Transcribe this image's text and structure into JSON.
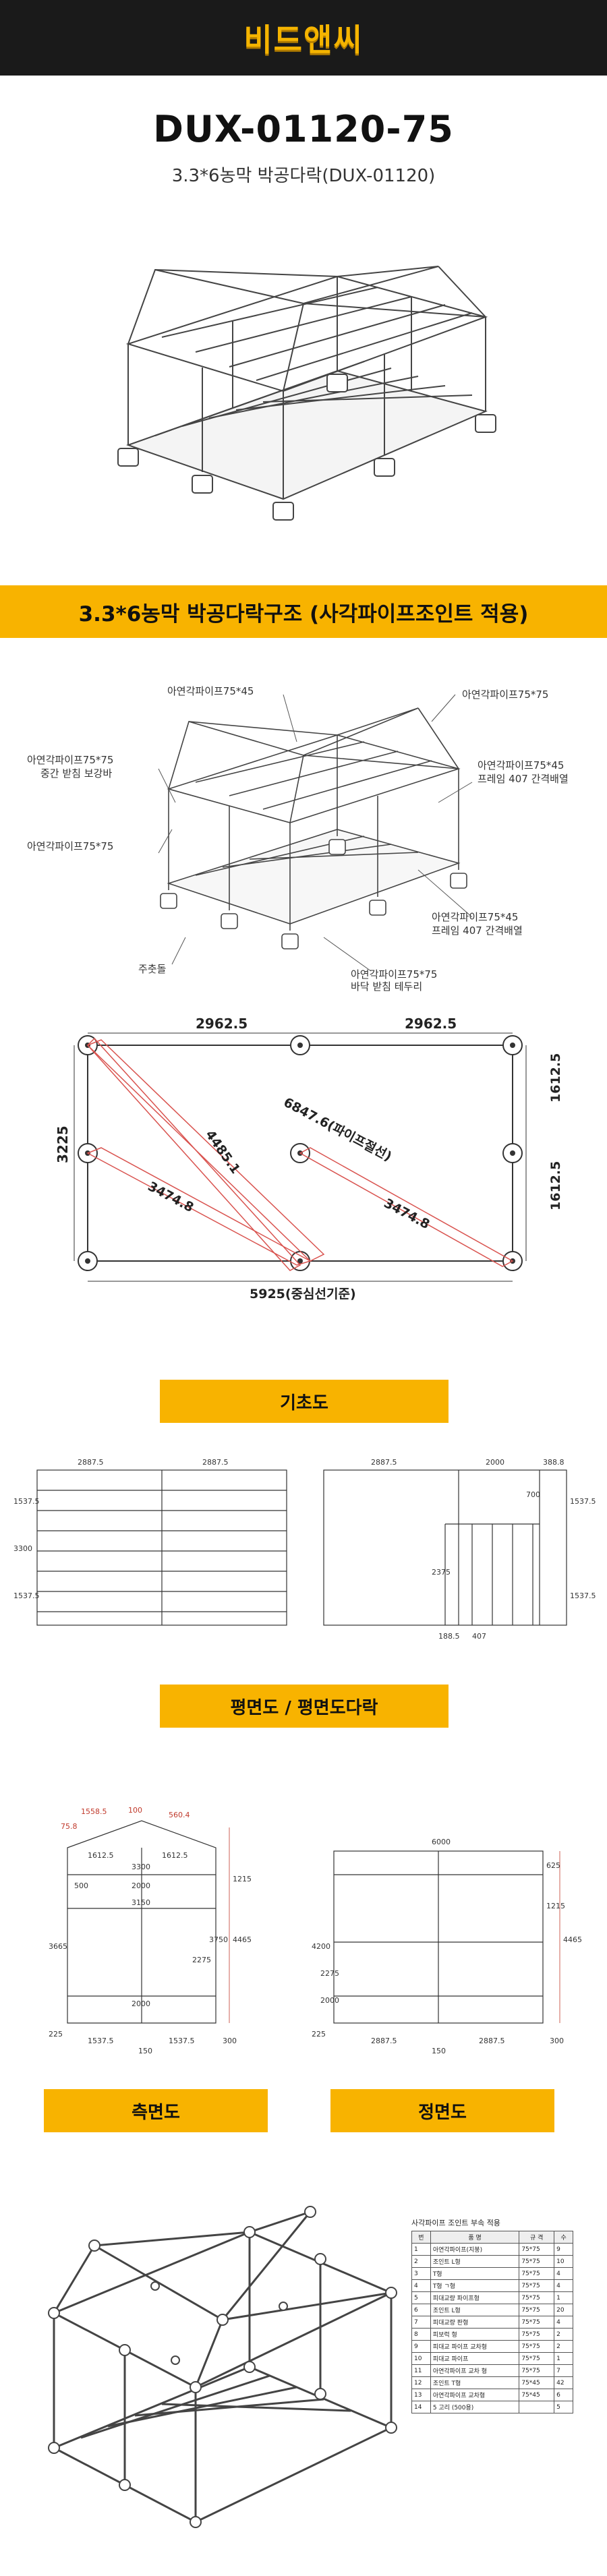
{
  "header": {
    "logo_text": "비드앤씨"
  },
  "product": {
    "model": "DUX-01120-75",
    "subtitle": "3.3*6농막 박공다락(DUX-01120)"
  },
  "banner": {
    "title": "3.3*6농막 박공다락구조 (사각파이프조인트 적용)"
  },
  "structure_labels": {
    "top_ridge": "아연각파이프75*45",
    "top_right": "아연각파이프75*75",
    "left_mid_1": "아연각파이프75*75",
    "left_mid_2": "중간 받침 보강바",
    "right_mid_1": "아연각파이프75*45",
    "right_mid_2": "프레임 407 간격배열",
    "left_low": "아연각파이프75*75",
    "right_low_1": "아연각파이프75*45",
    "right_low_2": "프레임 407 간격배열",
    "bottom_left": "주춧돌",
    "bottom_mid_1": "아연각파이프75*75",
    "bottom_mid_2": "바닥 받침 테두리"
  },
  "foundation": {
    "top_left": "2962.5",
    "top_right": "2962.5",
    "left": "3225",
    "diag_long": "6847.6(파이프절선)",
    "diag_mid": "4485.1",
    "diag_left": "3474.8",
    "diag_right": "3474.8",
    "right_top": "1612.5",
    "right_bottom": "1612.5",
    "bottom": "5925(중심선기준)"
  },
  "labels": {
    "foundation": "기초도",
    "plan": "평면도 / 평면도다락",
    "side": "측면도",
    "front": "정면도"
  },
  "plan_dims": {
    "a1": "2887.5",
    "a2": "2887.5",
    "a_left": "3300",
    "a_l1": "1537.5",
    "a_l2": "1537.5",
    "b1": "2887.5",
    "b2": "2000",
    "b3": "388.8",
    "b_v": "2375",
    "b_r1": "1537.5",
    "b_r2": "1537.5",
    "b_h": "700",
    "b_s1": "188.5",
    "b_s": "407"
  },
  "side_dims": {
    "top1": "1558.5",
    "top2": "560.4",
    "t3": "75.8",
    "t4": "100",
    "w1": "1612.5",
    "w2": "1612.5",
    "w3": "3300",
    "w4": "2000",
    "w5": "3150",
    "w6": "500",
    "h1": "3665",
    "h2": "2275",
    "h3": "3750",
    "h4": "1215",
    "h5": "4465",
    "h6": "225",
    "b1": "1537.5",
    "b2": "1537.5",
    "b3": "150",
    "b4": "300",
    "b5": "2000"
  },
  "front_dims": {
    "top": "6000",
    "b1": "2887.5",
    "b2": "2887.5",
    "b3": "150",
    "b4": "300",
    "h1": "4200",
    "h2": "2275",
    "h3": "625",
    "h4": "1215",
    "h5": "4465",
    "h6": "2000",
    "h7": "225"
  },
  "parts_table": {
    "title": "사각파이프 조인트 부속 적용",
    "headers": [
      "번",
      "품 명",
      "규 격",
      "수"
    ],
    "rows": [
      [
        "1",
        "아연각파이프(지붕)",
        "75*75",
        "9"
      ],
      [
        "2",
        "조인트 L형",
        "75*75",
        "10"
      ],
      [
        "3",
        "T형",
        "75*75",
        "4"
      ],
      [
        "4",
        "T형 ㄱ형",
        "75*75",
        "4"
      ],
      [
        "5",
        "피대교량 파이프형",
        "75*75",
        "1"
      ],
      [
        "6",
        "조인트 L형",
        "75*75",
        "20"
      ],
      [
        "7",
        "피대교량 판형",
        "75*75",
        "4"
      ],
      [
        "8",
        "피보럭 형",
        "75*75",
        "2"
      ],
      [
        "9",
        "피대교 파이프 교차형",
        "75*75",
        "2"
      ],
      [
        "10",
        "피대교 파이프",
        "75*75",
        "1"
      ],
      [
        "11",
        "아연각파이프 교차 형",
        "75*75",
        "7"
      ],
      [
        "12",
        "조인트 T형",
        "75*45",
        "42"
      ],
      [
        "13",
        "아연각파이프 교차형",
        "75*45",
        "6"
      ],
      [
        "14",
        "5 고리 (500용)",
        "",
        "5"
      ]
    ]
  }
}
